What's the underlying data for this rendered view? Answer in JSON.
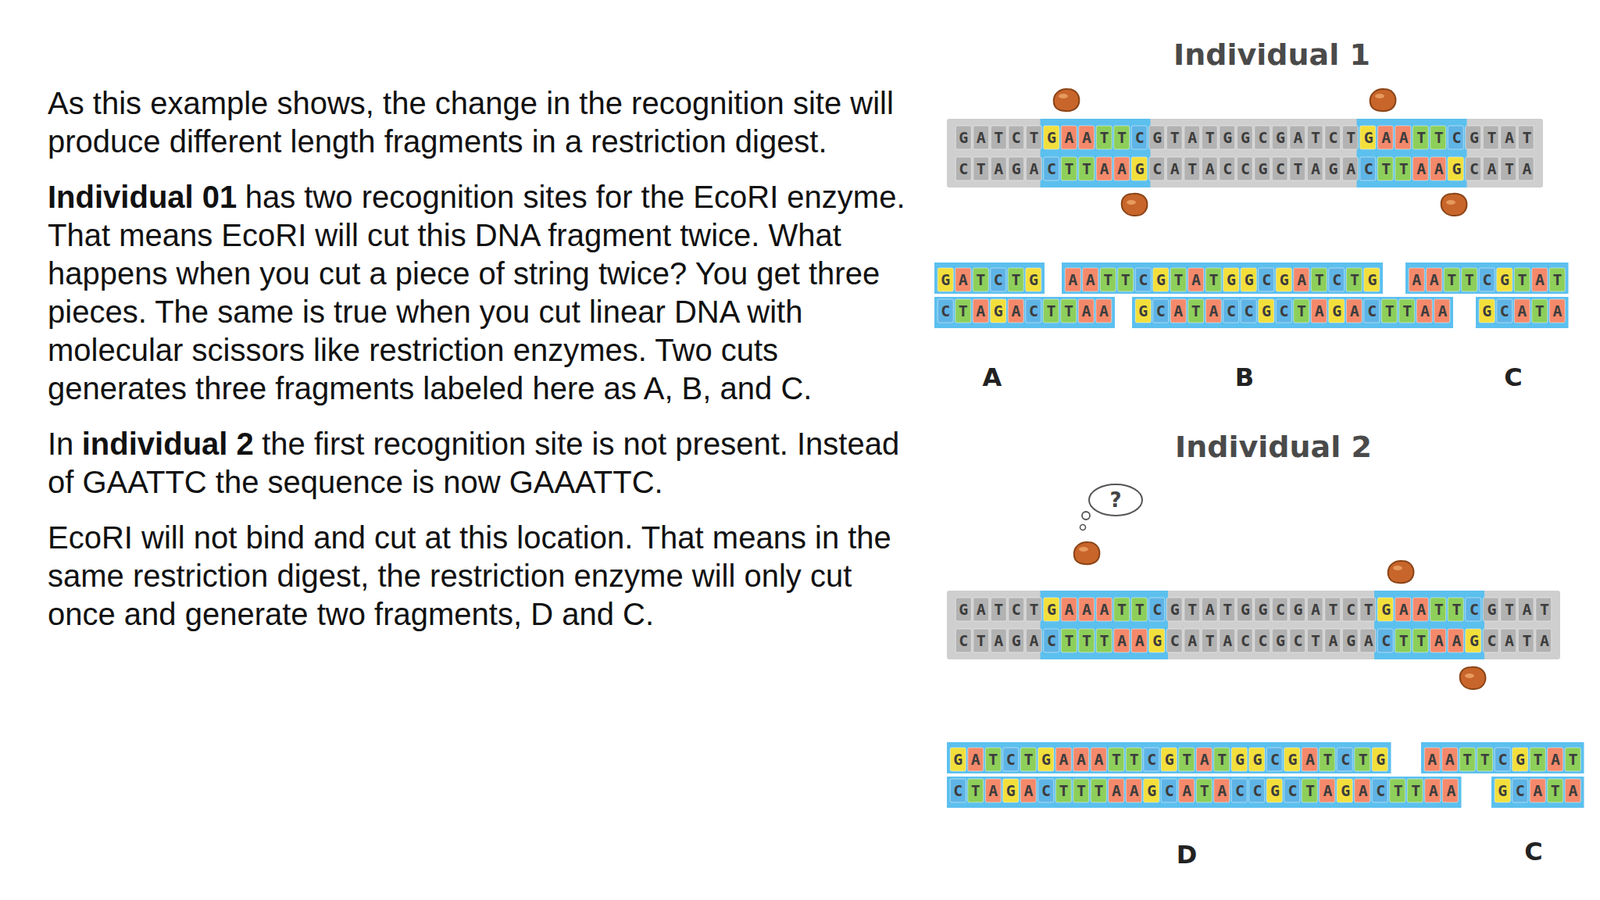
{
  "diagram": {
    "nodes": [
      {
        "text": [
          "GATCTGAATTCGTATGGCGATCTGAATTCGTAT",
          "CTAGACTTAAGCATACCGCTAGACTTAAGCATA"
        ]
      },
      {
        "text": [
          "GATCTG",
          "CTAGACTTAA"
        ]
      },
      {
        "text": [
          "AATTCGTATGGCGATCTG",
          "GCATACCGCTAGACTTAA"
        ]
      },
      {
        "text": [
          "AATTCGTAT",
          "GCATA"
        ]
      },
      {
        "text": [
          "?"
        ]
      },
      {
        "text": [
          "GATCTGAAATTCGTATGGCGATCTGAATTCGTAT",
          "CTAGACTTTAAGCATACCGCTAGACTTAAGCATA"
        ]
      },
      {
        "text": [
          "GATCTGAAATTCGTATGGCGATCTG",
          "CTAGACTTTAAGCATACCGCTAGACTTAA"
        ]
      },
      {
        "text": [
          "AATTCGTAT",
          "GCATA"
        ]
      }
    ],
    "labels": [
      "As this example shows, the change in the recognition site will produce different length fragments in a restriction digest.",
      "Individual 01",
      "has two recognition sites for the EcoRI enzyme. That means EcoRI will cut this DNA fragment twice. What happens when you cut a piece of string twice? You get three pieces. The same is true when you cut linear DNA with molecular scissors like restriction enzymes. Two cuts generates three fragments labeled here as A, B, and C.",
      "In",
      "individual 2",
      "the first recognition site is not present. Instead of GAATTC the sequence is now GAAATTC.",
      "EcoRI will not bind and cut at this location. That means in the same restriction digest, the restriction enzyme will only cut once and generate two fragments, D and C.",
      "Individual 1",
      "A",
      "B",
      "C",
      "Individual 2",
      "D",
      "C"
    ]
  }
}
